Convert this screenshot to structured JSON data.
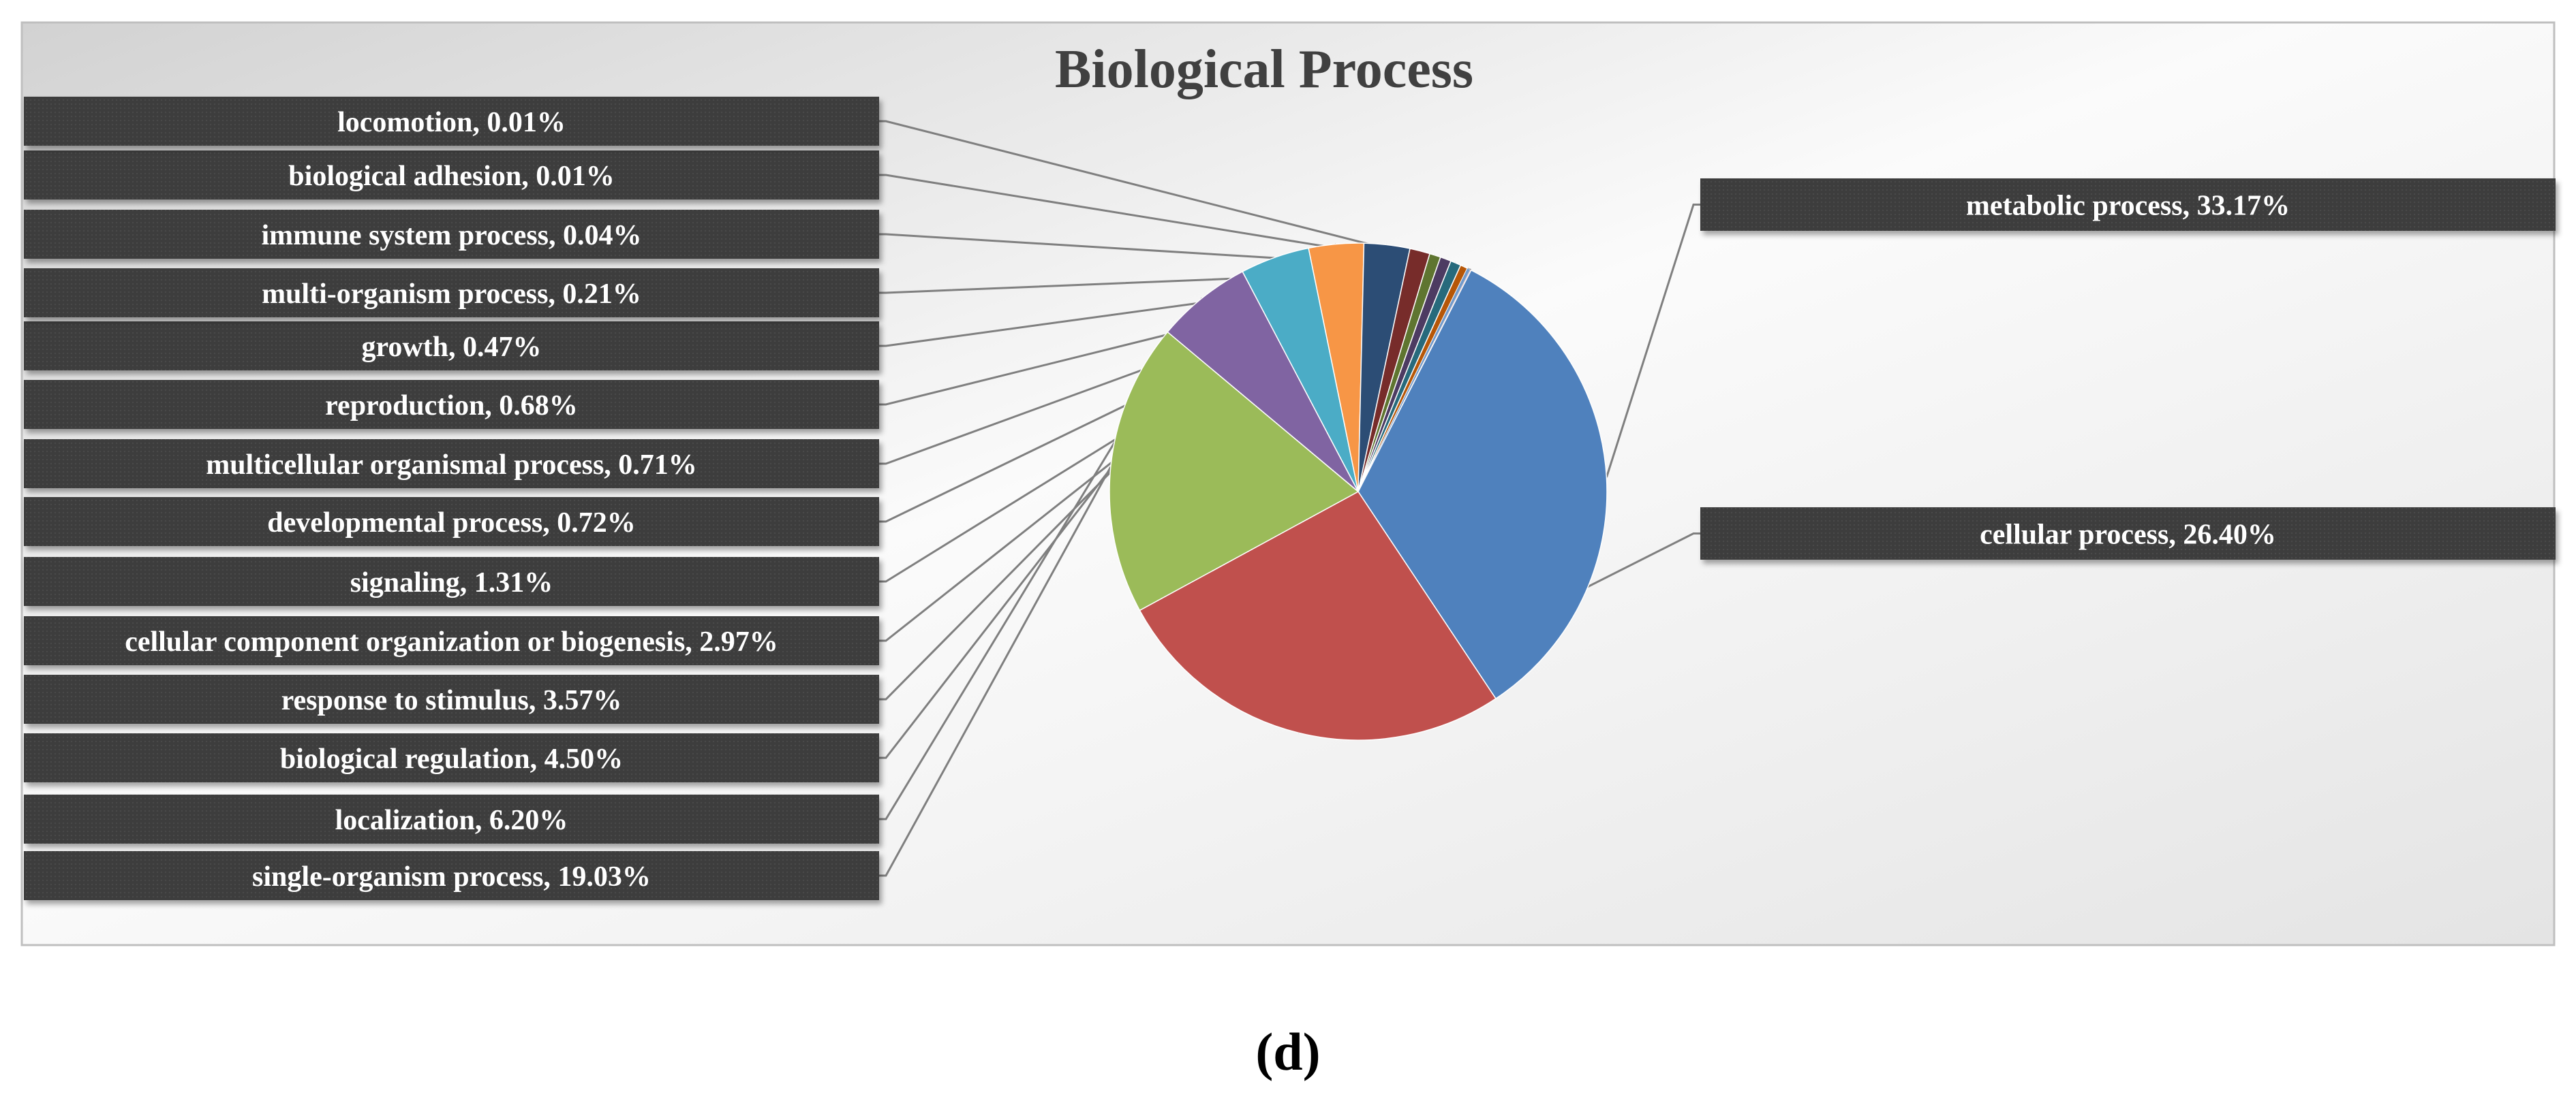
{
  "chart_data": {
    "type": "pie",
    "title": "Biological Process",
    "slices": [
      {
        "label": "metabolic process, 33.17%",
        "category": "metabolic process",
        "value": 33.17,
        "color": "#4F81BD"
      },
      {
        "label": "cellular process, 26.40%",
        "category": "cellular process",
        "value": 26.4,
        "color": "#C0504D"
      },
      {
        "label": "single-organism process, 19.03%",
        "category": "single-organism process",
        "value": 19.03,
        "color": "#9BBB59"
      },
      {
        "label": "localization, 6.20%",
        "category": "localization",
        "value": 6.2,
        "color": "#8064A2"
      },
      {
        "label": "biological regulation, 4.50%",
        "category": "biological regulation",
        "value": 4.5,
        "color": "#4BACC6"
      },
      {
        "label": "response to stimulus, 3.57%",
        "category": "response to stimulus",
        "value": 3.57,
        "color": "#F79646"
      },
      {
        "label": "cellular component organization or biogenesis, 2.97%",
        "category": "cellular component organization or biogenesis",
        "value": 2.97,
        "color": "#2C4D75"
      },
      {
        "label": "signaling, 1.31%",
        "category": "signaling",
        "value": 1.31,
        "color": "#772C2A"
      },
      {
        "label": "developmental process, 0.72%",
        "category": "developmental process",
        "value": 0.72,
        "color": "#5F7530"
      },
      {
        "label": "multicellular organismal process, 0.71%",
        "category": "multicellular organismal process",
        "value": 0.71,
        "color": "#4D3B62"
      },
      {
        "label": "reproduction, 0.68%",
        "category": "reproduction",
        "value": 0.68,
        "color": "#276A7C"
      },
      {
        "label": "growth, 0.47%",
        "category": "growth",
        "value": 0.47,
        "color": "#B65708"
      },
      {
        "label": "multi-organism process, 0.21%",
        "category": "multi-organism process",
        "value": 0.21,
        "color": "#729ACA"
      },
      {
        "label": "immune system process, 0.04%",
        "category": "immune system process",
        "value": 0.04,
        "color": "#CD7371"
      },
      {
        "label": "biological adhesion, 0.01%",
        "category": "biological adhesion",
        "value": 0.01,
        "color": "#AFC97A"
      },
      {
        "label": "locomotion, 0.01%",
        "category": "locomotion",
        "value": 0.01,
        "color": "#A692BB"
      }
    ],
    "legend": "none",
    "label_style": "callout boxes with leader lines"
  },
  "caption": "(d)"
}
